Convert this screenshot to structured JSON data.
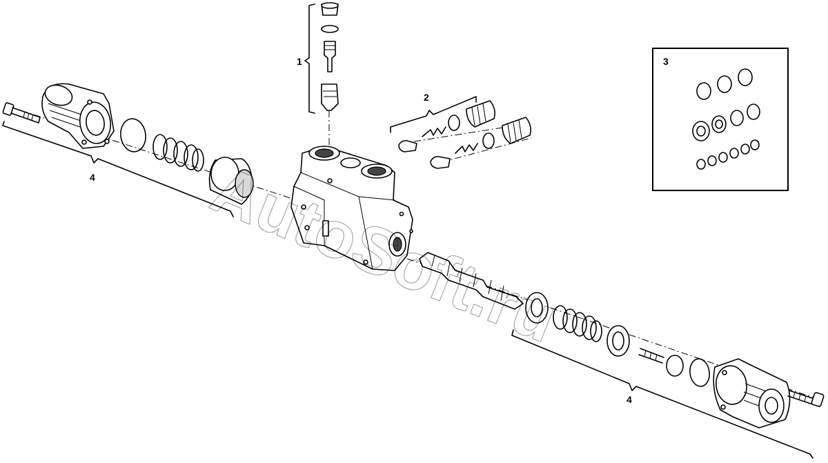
{
  "callouts": [
    {
      "id": "1",
      "label": "1"
    },
    {
      "id": "2",
      "label": "2"
    },
    {
      "id": "3",
      "label": "3"
    },
    {
      "id": "4a",
      "label": "4"
    },
    {
      "id": "4b",
      "label": "4"
    }
  ],
  "watermark": "AutoSoft.ru"
}
